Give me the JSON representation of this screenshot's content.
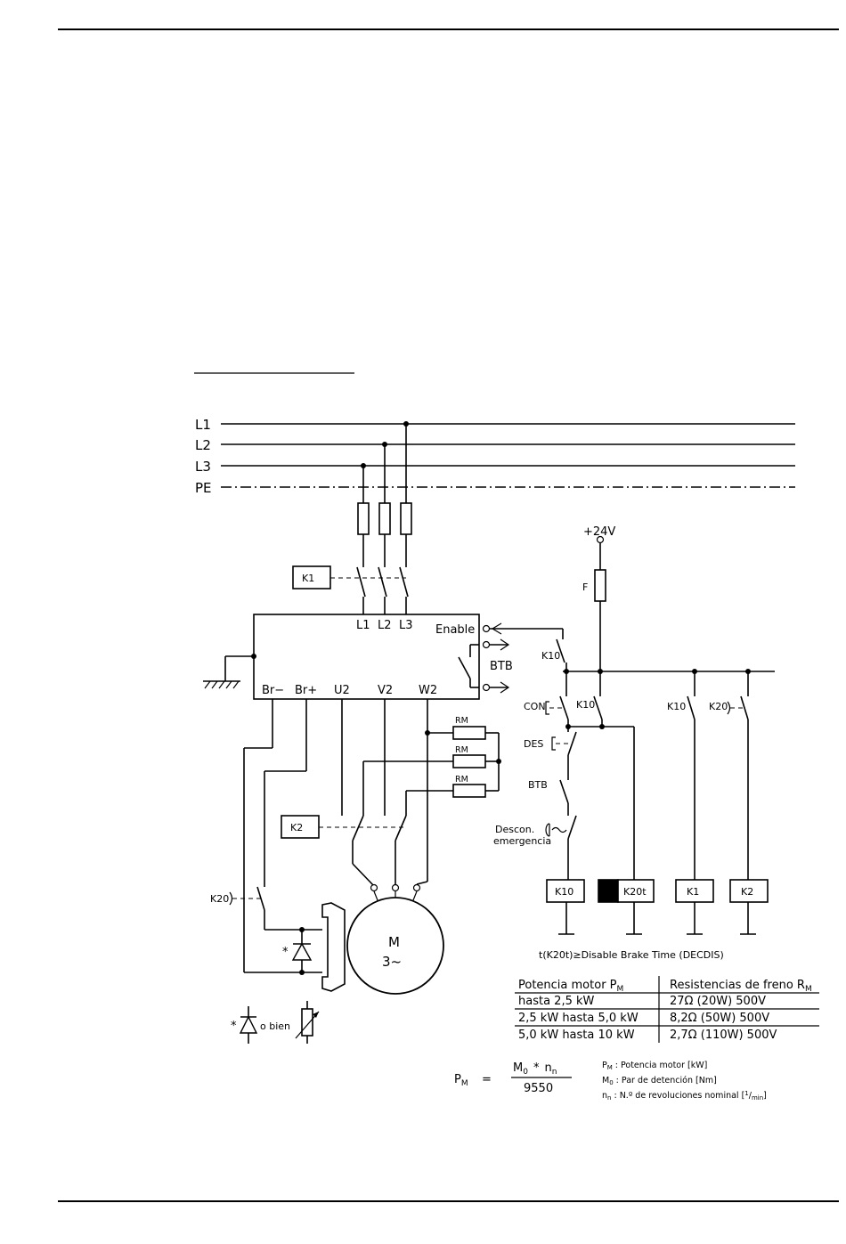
{
  "lines": {
    "l1": "L1",
    "l2": "L2",
    "l3": "L3",
    "pe": "PE"
  },
  "supply": {
    "v24": "+24V",
    "fuse": "F"
  },
  "drive": {
    "l1": "L1",
    "l2": "L2",
    "l3": "L3",
    "enable": "Enable",
    "btb": "BTB",
    "br_minus": "Br−",
    "br_plus": "Br+",
    "u2": "U2",
    "v2": "V2",
    "w2": "W2"
  },
  "relays": {
    "k1": "K1",
    "k2": "K2",
    "k10": "K10",
    "k20t": "K20t",
    "k20": "K20"
  },
  "contacts": {
    "k10_enable": "K10",
    "con": "CON",
    "k10_hold": "K10",
    "des": "DES",
    "btb": "BTB",
    "estop_1": "Descon.",
    "estop_2": "emergencia",
    "k10_k1": "K10",
    "k20_k2": "K20"
  },
  "resistors": {
    "rm1": "RM",
    "rm2": "RM",
    "rm3": "RM"
  },
  "motor": {
    "m": "M",
    "phase": "3~"
  },
  "brake": {
    "star": "*",
    "alt": "o bien"
  },
  "note": "t(K20t)≥Disable Brake Time (DECDIS)",
  "table": {
    "headers": [
      "Potencia motor P",
      "Resistencias de freno R"
    ],
    "header_subs": [
      "M",
      "M"
    ],
    "rows": [
      [
        "hasta 2,5 kW",
        "27Ω (20W) 500V"
      ],
      [
        "2,5 kW hasta 5,0 kW",
        "8,2Ω (50W) 500V"
      ],
      [
        "5,0 kW hasta 10 kW",
        "2,7Ω (110W) 500V"
      ]
    ]
  },
  "formula": {
    "lhs": "P",
    "lhs_sub": "M",
    "eq": "=",
    "num_a": "M",
    "num_a_sub": "0",
    "num_op": "*",
    "num_b": "n",
    "num_b_sub": "n",
    "den": "9550"
  },
  "legend": [
    {
      "sym": "P",
      "sub": "M",
      "text": ": Potencia motor [kW]"
    },
    {
      "sym": "M",
      "sub": "0",
      "text": ": Par de detención [Nm]"
    },
    {
      "sym": "n",
      "sub": "n",
      "text": ": N.º de revoluciones nominal [",
      "unit_a": "1",
      "unit_b": "min",
      "close": "]"
    }
  ]
}
